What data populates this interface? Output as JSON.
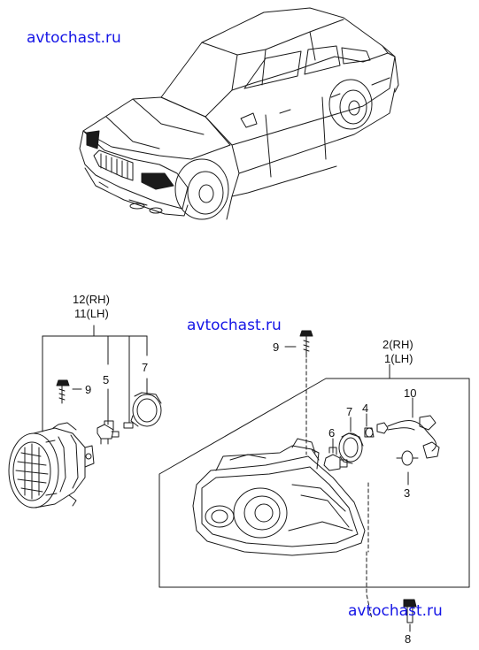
{
  "watermarks": [
    "avtochast.ru",
    "avtochast.ru",
    "avtochast.ru"
  ],
  "callouts": {
    "fog_lamp_assy_rh": "12(RH)",
    "fog_lamp_assy_lh": "11(LH)",
    "headlamp_assy_rh": "2(RH)",
    "headlamp_assy_lh": "1(LH)",
    "fog_screw": "9",
    "fog_bulb": "5",
    "fog_cap": "7",
    "hl_screw": "9",
    "hl_cap": "7",
    "hl_bulb_small": "4",
    "hl_bulb": "6",
    "hl_socket_wiring": "10",
    "hl_side_bulb": "3",
    "hl_adjuster_screw": "8"
  },
  "colors": {
    "watermark": "#1515e6",
    "line": "#1a1a1a"
  }
}
